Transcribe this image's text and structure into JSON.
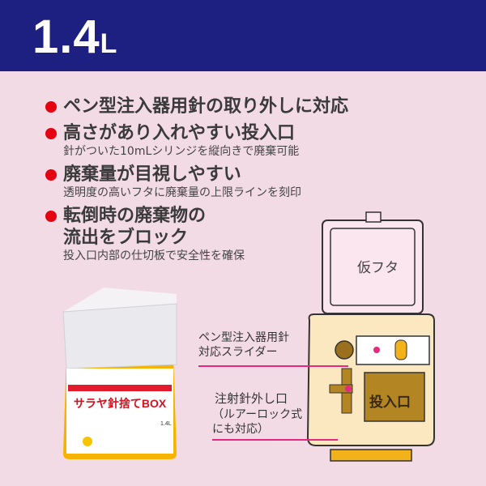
{
  "header": {
    "capacity_number": "1.4",
    "capacity_unit": "L",
    "background_color": "#1d2080"
  },
  "features": [
    {
      "title": "ペン型注入器用針の取り外しに対応",
      "subtitle": ""
    },
    {
      "title": "高さがあり入れやすい投入口",
      "subtitle": "針がついた10mLシリンジを縦向きで廃棄可能"
    },
    {
      "title": "廃棄量が目視しやすい",
      "subtitle": "透明度の高いフタに廃棄量の上限ラインを刻印"
    },
    {
      "title": "転倒時の廃棄物の\n流出をブロック",
      "subtitle": "投入口内部の仕切板で安全性を確保"
    }
  ],
  "bullet_color": "#e50012",
  "product": {
    "label_title": "サラヤ針捨てBOX",
    "label_capacity": "1.4L"
  },
  "diagram": {
    "lid_label": "仮フタ",
    "slot_label": "投入口",
    "callouts": [
      {
        "text": "ペン型注入器用針\n対応スライダー"
      },
      {
        "text": "注射針外し口"
      },
      {
        "text": "（ルアーロック式\nにも対応）"
      }
    ],
    "callout_line_color": "#e6287e"
  }
}
